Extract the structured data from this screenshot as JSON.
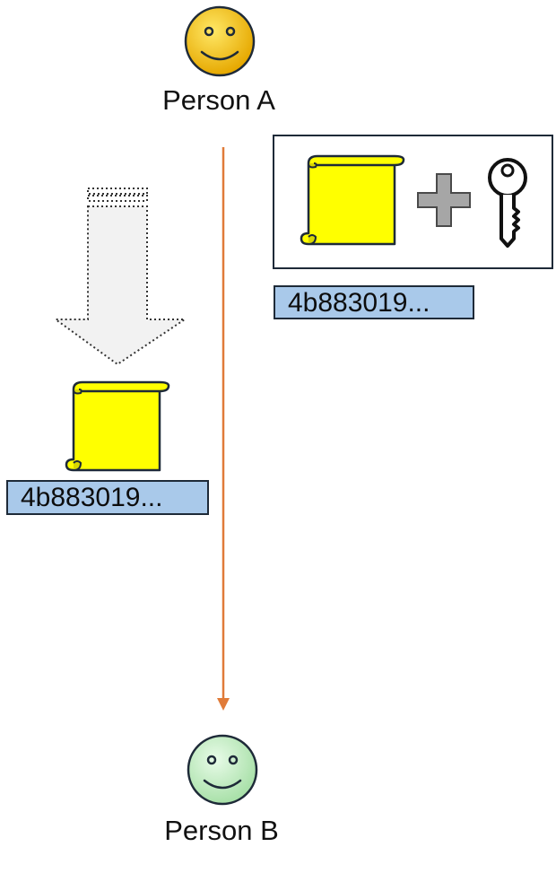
{
  "persons": {
    "a": {
      "label": "Person A",
      "face_color": "#f7c500"
    },
    "b": {
      "label": "Person B",
      "face_color": "#c9f0c9"
    }
  },
  "hashes": {
    "right_hash": "4b883019...",
    "left_hash": "4b883019..."
  },
  "colors": {
    "timeline": "#e07b39",
    "scroll_fill": "#ffff00",
    "hash_fill": "#a9c9ea",
    "plus_fill": "#a6a6a6"
  },
  "icons": {
    "scroll": "scroll-icon",
    "plus": "plus-icon",
    "key": "key-icon",
    "download_arrow": "down-arrow-icon",
    "smiley": "smiley-face-icon"
  }
}
